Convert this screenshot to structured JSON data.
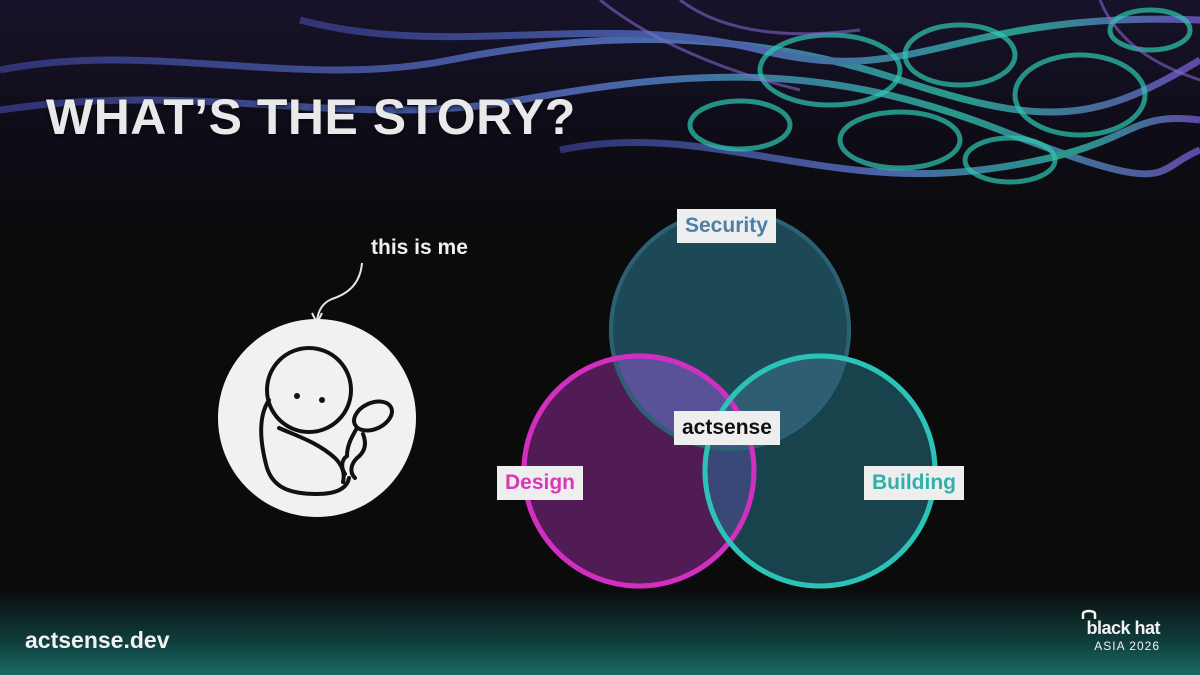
{
  "slide": {
    "title": "WHAT’S THE STORY?",
    "annotation": "this is me",
    "footer_url": "actsense.dev"
  },
  "venn": {
    "top": "Security",
    "left": "Design",
    "right": "Building",
    "center": "actsense"
  },
  "logo": {
    "name": "black hat",
    "event": "ASIA 2026"
  },
  "colors": {
    "security": "#1f4f5e",
    "design": "#d22fc0",
    "building": "#2bc2b8",
    "background": "#0b0b0c"
  },
  "icons": [
    "self-portrait-doodle",
    "curved-arrow-icon",
    "black-hat-logo-icon"
  ]
}
